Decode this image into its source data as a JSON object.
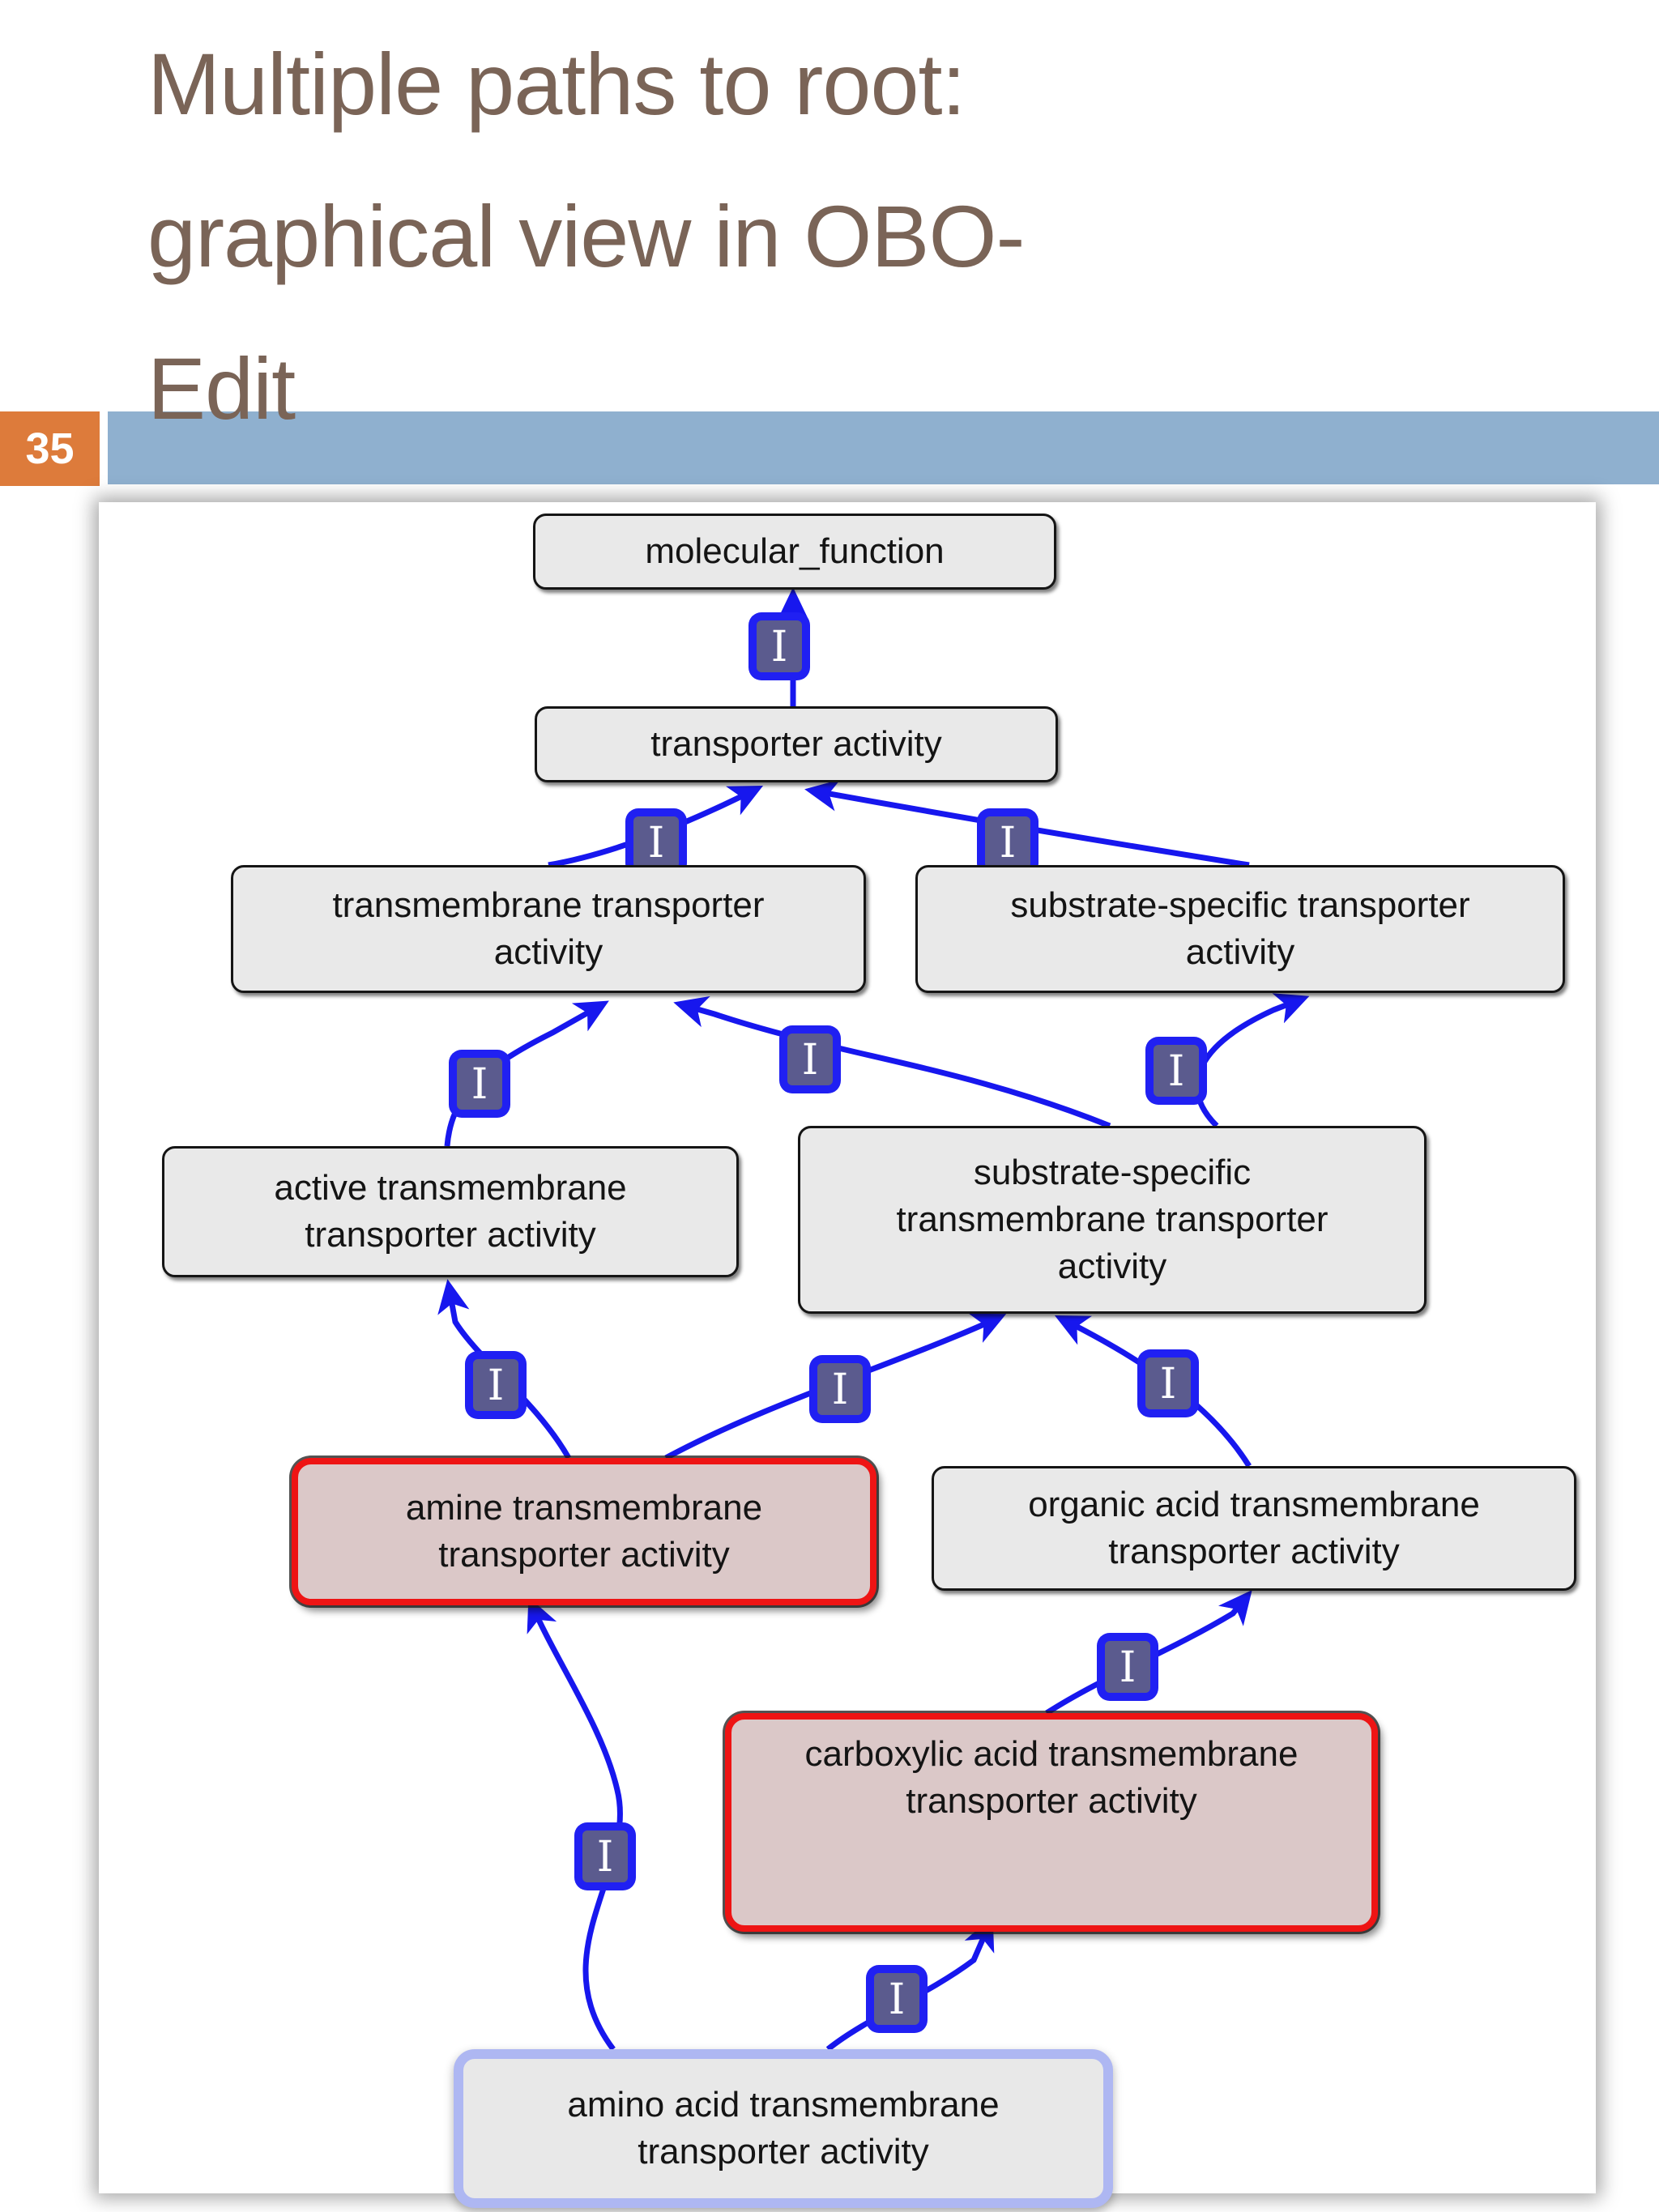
{
  "slide": {
    "title_lines": [
      "Multiple paths to root:",
      "graphical view in OBO-",
      "Edit"
    ],
    "page_number": "35"
  },
  "colors": {
    "title_brown": "#7a6457",
    "accent_orange": "#dd7b3b",
    "band_blue": "#8fb0cf",
    "edge_blue": "#1717ee",
    "node_fill_gray": "#e9e9e9",
    "node_border_black": "#151515",
    "highlight_red_border": "#ee1414",
    "highlight_pink_fill": "#dbc8c8",
    "selected_border_periwinkle": "#aeb7f2",
    "isa_icon_inner": "#5b5b8e"
  },
  "graph": {
    "relation_symbol": "I",
    "nodes": [
      {
        "id": "molecular_function",
        "label": "molecular_function",
        "style": "default"
      },
      {
        "id": "transporter_activity",
        "label": "transporter activity",
        "style": "default"
      },
      {
        "id": "transmembrane_transporter_activity",
        "label": "transmembrane transporter activity",
        "style": "default"
      },
      {
        "id": "substrate_specific_transporter_activity",
        "label": "substrate-specific transporter activity",
        "style": "default"
      },
      {
        "id": "active_transmembrane_transporter_activity",
        "label": "active transmembrane transporter activity",
        "style": "default"
      },
      {
        "id": "substrate_specific_transmembrane_transporter_activity",
        "label": "substrate-specific transmembrane transporter activity",
        "style": "default"
      },
      {
        "id": "amine_transmembrane_transporter_activity",
        "label": "amine transmembrane transporter activity",
        "style": "highlight-red"
      },
      {
        "id": "organic_acid_transmembrane_transporter_activity",
        "label": "organic acid transmembrane transporter activity",
        "style": "default"
      },
      {
        "id": "carboxylic_acid_transmembrane_transporter_activity",
        "label": "carboxylic acid transmembrane transporter activity",
        "style": "highlight-red"
      },
      {
        "id": "amino_acid_transmembrane_transporter_activity",
        "label": "amino acid transmembrane transporter activity",
        "style": "highlight-blue"
      }
    ]
  }
}
